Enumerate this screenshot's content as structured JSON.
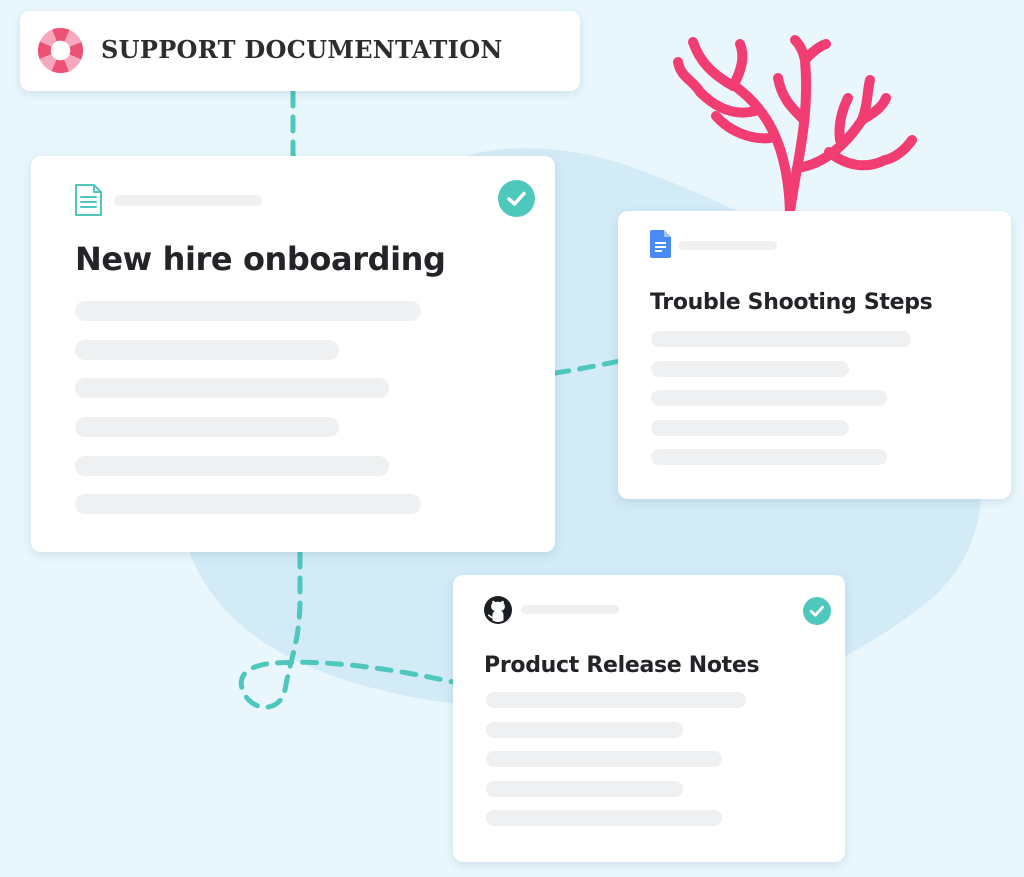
{
  "header": {
    "title": "SUPPORT DOCUMENTATION",
    "icon": "lifebuoy-icon"
  },
  "cards": [
    {
      "title": "New hire onboarding",
      "icon": "document-icon",
      "status": "completed",
      "status_icon": "check-circle-icon"
    },
    {
      "title": "Trouble Shooting Steps",
      "icon": "google-docs-icon",
      "status": "none"
    },
    {
      "title": "Product Release Notes",
      "icon": "github-icon",
      "status": "completed",
      "status_icon": "check-circle-icon"
    }
  ],
  "decorations": {
    "illustration": "coral-icon"
  },
  "colors": {
    "background": "#e9f7fd",
    "blob": "#d3ebf7",
    "accent_teal": "#4ec7bd",
    "coral": "#f23d72",
    "lifebuoy": "#ef5a7a",
    "google_docs_blue": "#4a8af4",
    "placeholder_bar": "#eef0f2",
    "text": "#222428"
  }
}
